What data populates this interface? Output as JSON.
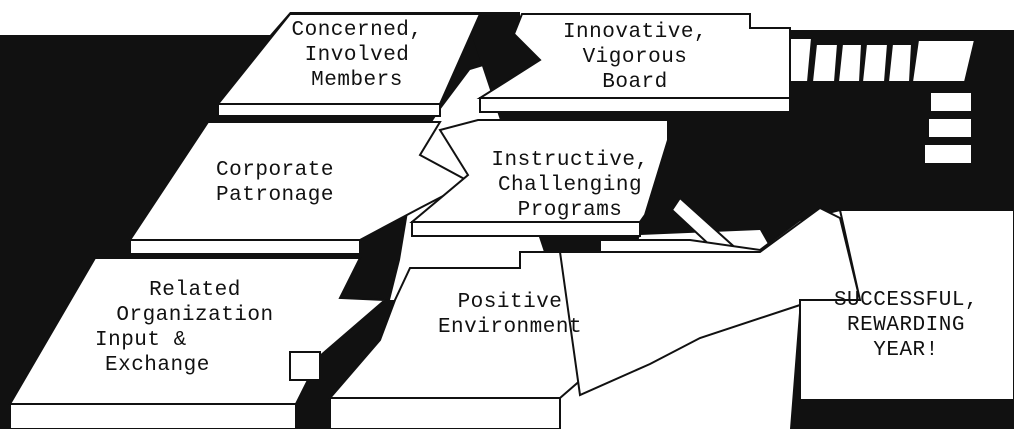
{
  "colors": {
    "ink": "#111111",
    "paper": "#ffffff"
  },
  "blocks": {
    "members": {
      "lines": [
        "Concerned,",
        "Involved",
        "Members"
      ]
    },
    "board": {
      "lines": [
        "Innovative,",
        "Vigorous",
        "Board"
      ]
    },
    "patronage": {
      "lines": [
        "Corporate",
        "Patronage"
      ]
    },
    "programs": {
      "lines": [
        "Instructive,",
        "Challenging",
        "Programs"
      ]
    },
    "organization": {
      "lines": [
        "Related",
        "Organization",
        "Input &",
        "Exchange"
      ]
    },
    "environment": {
      "lines": [
        "Positive",
        "Environment"
      ]
    },
    "goal": {
      "lines": [
        "SUCCESSFUL,",
        "REWARDING",
        "YEAR!"
      ]
    }
  }
}
